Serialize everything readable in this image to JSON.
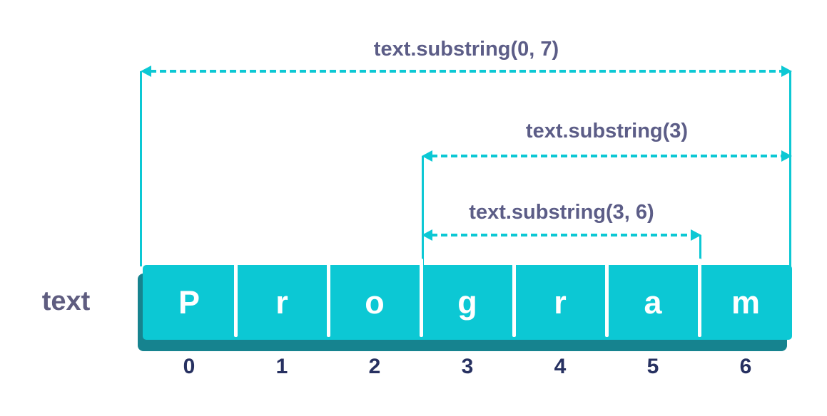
{
  "diagram": {
    "variable_label": "text",
    "string": {
      "value": "Program",
      "characters": [
        "P",
        "r",
        "o",
        "g",
        "r",
        "a",
        "m"
      ],
      "indices": [
        "0",
        "1",
        "2",
        "3",
        "4",
        "5",
        "6"
      ]
    },
    "annotations": [
      {
        "label": "text.substring(0, 7)",
        "start_index": 0,
        "end_index": 7
      },
      {
        "label": "text.substring(3)",
        "start_index": 3,
        "end_index": 7
      },
      {
        "label": "text.substring(3, 6)",
        "start_index": 3,
        "end_index": 6
      }
    ],
    "colors": {
      "teal": "#0cc8d4",
      "teal_shadow": "#16838f",
      "annotation_text": "#5c5d87",
      "variable_text": "#5f5d80",
      "index_text": "#273161",
      "cell_letter": "#ffffff",
      "background": "#ffffff"
    }
  }
}
